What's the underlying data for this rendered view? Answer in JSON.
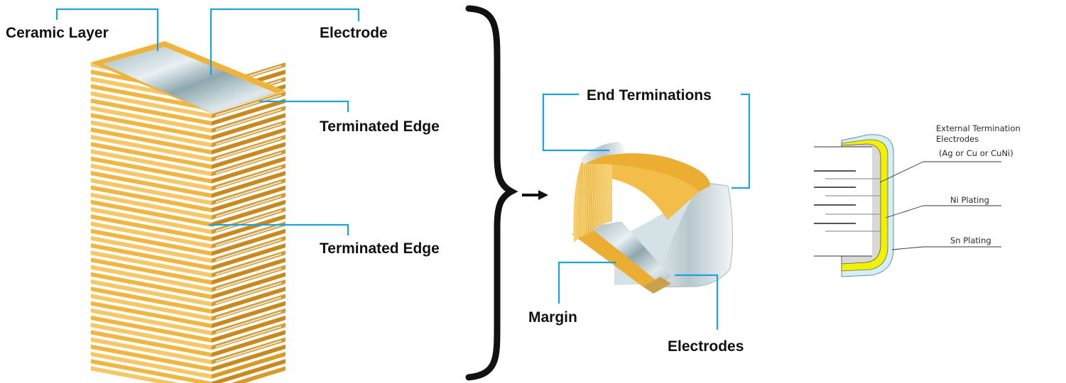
{
  "colors": {
    "ceramic": "#efb33a",
    "ceramic_dark": "#c9891c",
    "electrode": "#c9d8dc",
    "callout": "#1aa3dc",
    "nickel": "#f2f200",
    "tin": "#d6eef5",
    "silver": "#d9d9d9"
  },
  "stack_labels": {
    "ceramic_layer": "Ceramic Layer",
    "electrode": "Electrode",
    "terminated_edge_1": "Terminated Edge",
    "terminated_edge_2": "Terminated Edge"
  },
  "chip_labels": {
    "end_terminations": "End Terminations",
    "margin": "Margin",
    "electrodes": "Electrodes"
  },
  "cross_section": {
    "external_termination_line1": "External Termination",
    "external_termination_line2": "Electrodes",
    "external_termination_line3": "(Ag or Cu or CuNi)",
    "ni_plating": "Ni Plating",
    "sn_plating": "Sn Plating"
  },
  "icons": {
    "brace": "right-curly-brace-icon",
    "arrow": "arrow-right-icon"
  }
}
